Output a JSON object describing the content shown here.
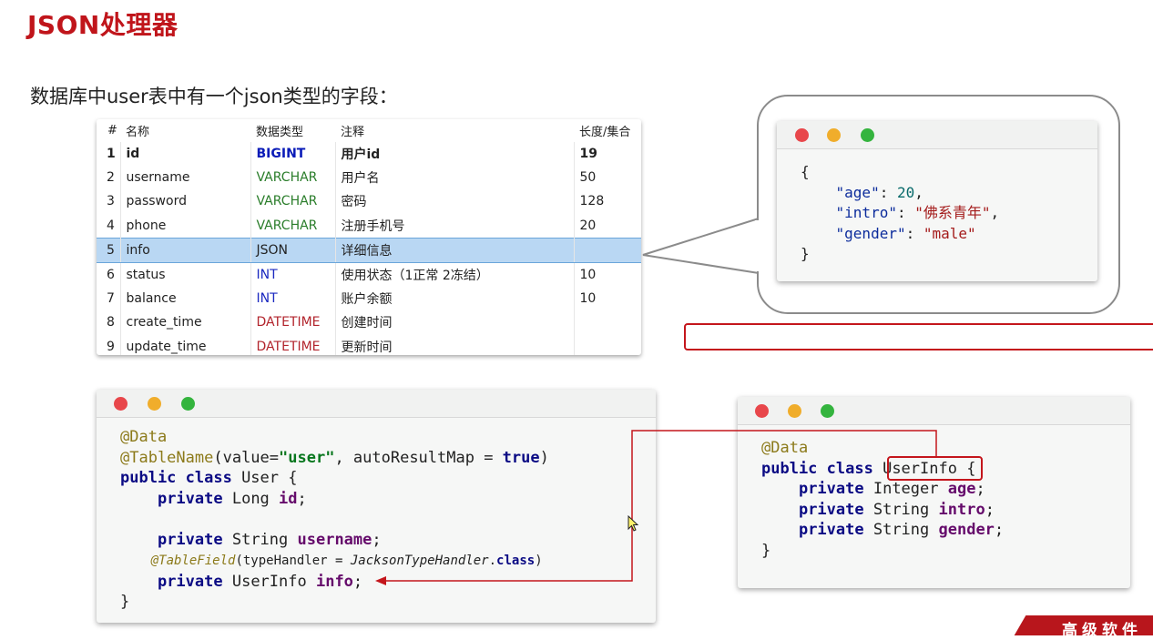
{
  "title": "JSON处理器",
  "subtitle": "数据库中user表中有一个json类型的字段：",
  "table": {
    "headers": [
      "#",
      "名称",
      "数据类型",
      "注释",
      "长度/集合"
    ],
    "rows": [
      {
        "n": "1",
        "name": "id",
        "type": "BIGINT",
        "comment": "用户id",
        "len": "19"
      },
      {
        "n": "2",
        "name": "username",
        "type": "VARCHAR",
        "comment": "用户名",
        "len": "50"
      },
      {
        "n": "3",
        "name": "password",
        "type": "VARCHAR",
        "comment": "密码",
        "len": "128"
      },
      {
        "n": "4",
        "name": "phone",
        "type": "VARCHAR",
        "comment": "注册手机号",
        "len": "20"
      },
      {
        "n": "5",
        "name": "info",
        "type": "JSON",
        "comment": "详细信息",
        "len": ""
      },
      {
        "n": "6",
        "name": "status",
        "type": "INT",
        "comment": "使用状态（1正常 2冻结）",
        "len": "10"
      },
      {
        "n": "7",
        "name": "balance",
        "type": "INT",
        "comment": "账户余额",
        "len": "10"
      },
      {
        "n": "8",
        "name": "create_time",
        "type": "DATETIME",
        "comment": "创建时间",
        "len": ""
      },
      {
        "n": "9",
        "name": "update_time",
        "type": "DATETIME",
        "comment": "更新时间",
        "len": ""
      }
    ]
  },
  "json_window": {
    "open_brace": "{",
    "age_key": "\"age\"",
    "age_val": "20",
    "intro_key": "\"intro\"",
    "intro_val": "\"佛系青年\"",
    "gender_key": "\"gender\"",
    "gender_val": "\"male\"",
    "close_brace": "}"
  },
  "user_code": {
    "l1": "@Data",
    "l2_ann": "@TableName",
    "l2_a": "(value=",
    "l2_str": "\"user\"",
    "l2_b": ", autoResultMap = ",
    "l2_true": "true",
    "l2_c": ")",
    "l3_kw": "public class",
    "l3_rest": " User {",
    "l4_kw": "private",
    "l4_type": " Long ",
    "l4_fld": "id",
    "l4_end": ";",
    "l5_kw": "private",
    "l5_type": " String ",
    "l5_fld": "username",
    "l5_end": ";",
    "l6_ann": "@TableField",
    "l6_a": "(typeHandler = ",
    "l6_it": "JacksonTypeHandler",
    "l6_b": ".",
    "l6_cls": "class",
    "l6_c": ")",
    "l7_kw": "private",
    "l7_type": " UserInfo ",
    "l7_fld": "info",
    "l7_end": ";",
    "l8": "}"
  },
  "userinfo_code": {
    "l1": "@Data",
    "l2_kw": "public class",
    "l2_name": "UserInfo",
    "l2_end": " {",
    "l3_kw": "private",
    "l3_type": " Integer ",
    "l3_fld": "age",
    "l4_kw": "private",
    "l4_type": " String ",
    "l4_fld": "intro",
    "l5_kw": "private",
    "l5_type": " String ",
    "l5_fld": "gender",
    "semi": ";",
    "l6": "}"
  },
  "logo": "高级软件",
  "colors": {
    "title": "#c0151b",
    "highlight_row": "#b9d7f3",
    "red_box": "#c4161c"
  }
}
